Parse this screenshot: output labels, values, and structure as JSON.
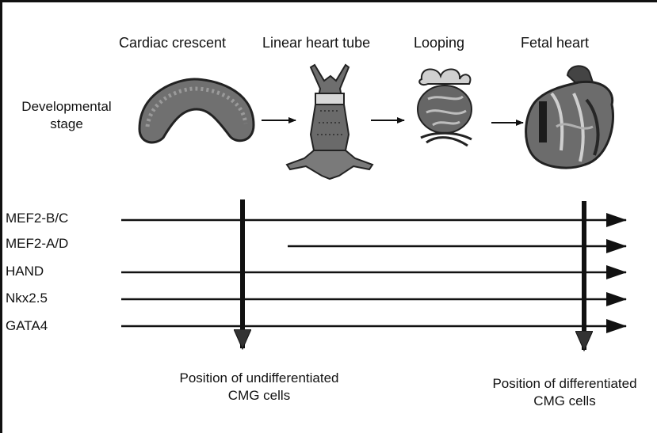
{
  "stages": [
    {
      "id": "cardiac-crescent",
      "label": "Cardiac crescent"
    },
    {
      "id": "linear-heart-tube",
      "label": "Linear heart tube"
    },
    {
      "id": "looping",
      "label": "Looping"
    },
    {
      "id": "fetal-heart",
      "label": "Fetal heart"
    }
  ],
  "row_label": {
    "line1": "Developmental",
    "line2": "stage"
  },
  "genes": [
    {
      "name": "MEF2-B/C",
      "onset_stage": "cardiac-crescent"
    },
    {
      "name": "MEF2-A/D",
      "onset_stage": "linear-heart-tube"
    },
    {
      "name": "HAND",
      "onset_stage": "cardiac-crescent"
    },
    {
      "name": "Nkx2.5",
      "onset_stage": "cardiac-crescent"
    },
    {
      "name": "GATA4",
      "onset_stage": "cardiac-crescent"
    }
  ],
  "markers": [
    {
      "id": "undifferentiated",
      "line1": "Position of undifferentiated",
      "line2": "CMG cells"
    },
    {
      "id": "differentiated",
      "line1": "Position of differentiated",
      "line2": "CMG cells"
    }
  ],
  "colors": {
    "ink": "#111111",
    "tissue": "#6b6b6b",
    "tissue_dark": "#2e2e2e",
    "background": "#ffffff"
  }
}
